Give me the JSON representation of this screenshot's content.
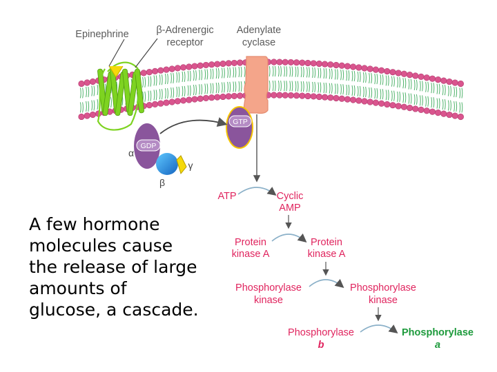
{
  "caption_lines": [
    "A few hormone",
    "molecules cause",
    "the release of large",
    "amounts of",
    "glucose, a cascade."
  ],
  "labels": {
    "epinephrine": "Epinephrine",
    "receptor_line1": "β-Adrenergic",
    "receptor_line2": "receptor",
    "cyclase_line1": "Adenylate",
    "cyclase_line2": "cyclase",
    "gtp": "GTP",
    "gdp": "GDP",
    "alpha": "α",
    "beta": "β",
    "gamma": "γ",
    "atp": "ATP",
    "camp_line1": "Cyclic",
    "camp_line2": "AMP",
    "pka_inactive_line1": "Protein",
    "pka_inactive_line2": "kinase A",
    "pka_active_line1": "Protein",
    "pka_active_line2": "kinase A",
    "phk_inactive_line1": "Phosphorylase",
    "phk_inactive_line2": "kinase",
    "phk_active_line1": "Phosphorylase",
    "phk_active_line2": "kinase",
    "phos_b_line1": "Phosphorylase",
    "phos_b_line2": "b",
    "phos_a_line1": "Phosphorylase",
    "phos_a_line2": "a"
  },
  "colors": {
    "lipid_head": "#d9558e",
    "lipid_tail": "#4fb26a",
    "receptor": "#7ed321",
    "g_alpha": "#8a559c",
    "g_beta": "#1e88e5",
    "g_gamma": "#f5d90a",
    "cyclase": "#f4a58a",
    "text_gray": "#5a5a5a",
    "text_pink": "#e0245e",
    "text_green": "#1d9a3c"
  }
}
